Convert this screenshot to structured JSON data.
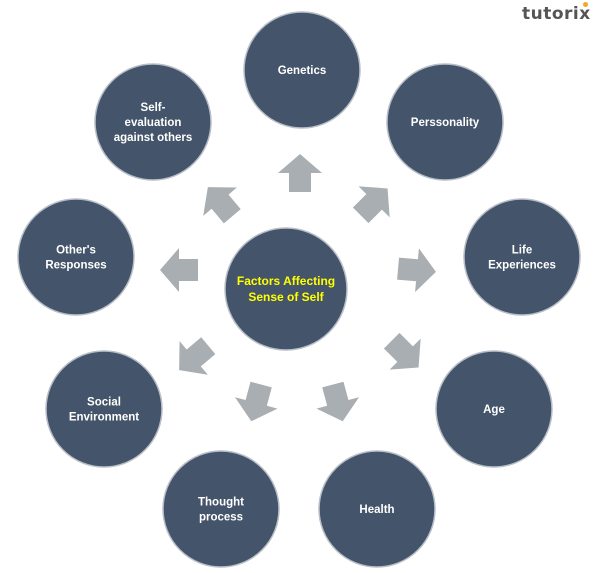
{
  "logo": {
    "text": "tutorix",
    "color": "#555555",
    "dot_color": "#f5a623"
  },
  "colors": {
    "node_fill": "#44546a",
    "node_stroke": "#b8bfc8",
    "arrow_fill": "#a9aeb3",
    "center_text": "#ffff00",
    "node_text": "#ffffff"
  },
  "center": {
    "lines": [
      "Factors Affecting",
      "Sense of Self"
    ]
  },
  "factors": [
    {
      "id": "genetics",
      "lines": [
        "Genetics"
      ]
    },
    {
      "id": "perssonality",
      "lines": [
        "Perssonality"
      ]
    },
    {
      "id": "life-experiences",
      "lines": [
        "Life",
        "Experiences"
      ]
    },
    {
      "id": "age",
      "lines": [
        "Age"
      ]
    },
    {
      "id": "health",
      "lines": [
        "Health"
      ]
    },
    {
      "id": "thought-process",
      "lines": [
        "Thought",
        "process"
      ]
    },
    {
      "id": "social-environment",
      "lines": [
        "Social",
        "Environment"
      ]
    },
    {
      "id": "others-responses",
      "lines": [
        "Other's",
        "Responses"
      ]
    },
    {
      "id": "self-evaluation",
      "lines": [
        "Self-",
        "evaluation",
        "against others"
      ]
    }
  ]
}
